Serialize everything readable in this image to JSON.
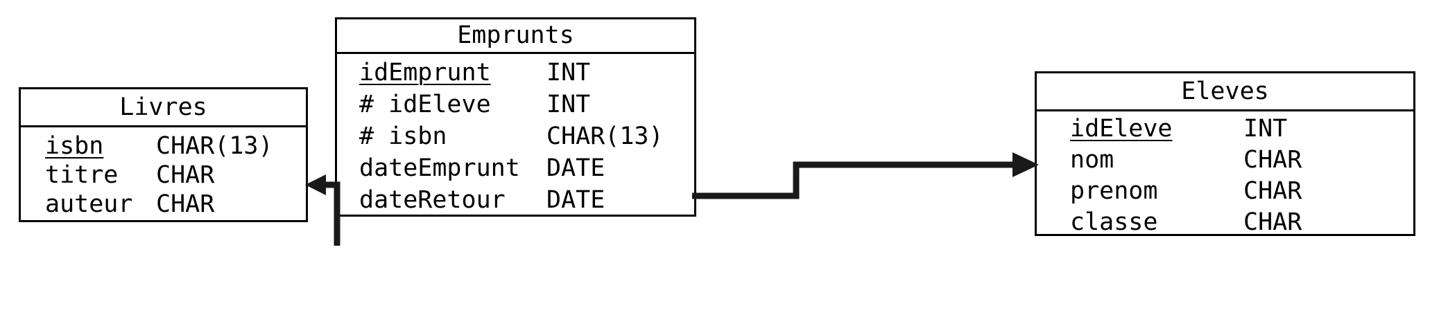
{
  "diagram": {
    "kind": "relational-schema",
    "background_color": "#ffffff",
    "ink_color": "#000000",
    "connector_color": "#1a1a1a",
    "foreign_key_marker": "#"
  },
  "entities": [
    {
      "id": "livres",
      "title": "Livres",
      "fields": [
        {
          "name": "isbn",
          "type": "CHAR(13)",
          "key": "primary"
        },
        {
          "name": "titre",
          "type": "CHAR",
          "key": "none"
        },
        {
          "name": "auteur",
          "type": "CHAR",
          "key": "none"
        }
      ]
    },
    {
      "id": "emprunts",
      "title": "Emprunts",
      "fields": [
        {
          "name": "idEmprunt",
          "type": "INT",
          "key": "primary"
        },
        {
          "name": "# idEleve",
          "type": "INT",
          "key": "foreign"
        },
        {
          "name": "# isbn",
          "type": "CHAR(13)",
          "key": "foreign"
        },
        {
          "name": "dateEmprunt",
          "type": "DATE",
          "key": "none"
        },
        {
          "name": "dateRetour",
          "type": "DATE",
          "key": "none"
        }
      ]
    },
    {
      "id": "eleves",
      "title": "Eleves",
      "fields": [
        {
          "name": "idEleve",
          "type": "INT",
          "key": "primary"
        },
        {
          "name": "nom",
          "type": "CHAR",
          "key": "none"
        },
        {
          "name": "prenom",
          "type": "CHAR",
          "key": "none"
        },
        {
          "name": "classe",
          "type": "CHAR",
          "key": "none"
        }
      ]
    }
  ],
  "relations": [
    {
      "id": "emprunts-to-livres",
      "from": "emprunts",
      "to": "livres",
      "direction": "left",
      "label": ""
    },
    {
      "id": "emprunts-to-eleves",
      "from": "emprunts",
      "to": "eleves",
      "direction": "right",
      "label": ""
    }
  ]
}
